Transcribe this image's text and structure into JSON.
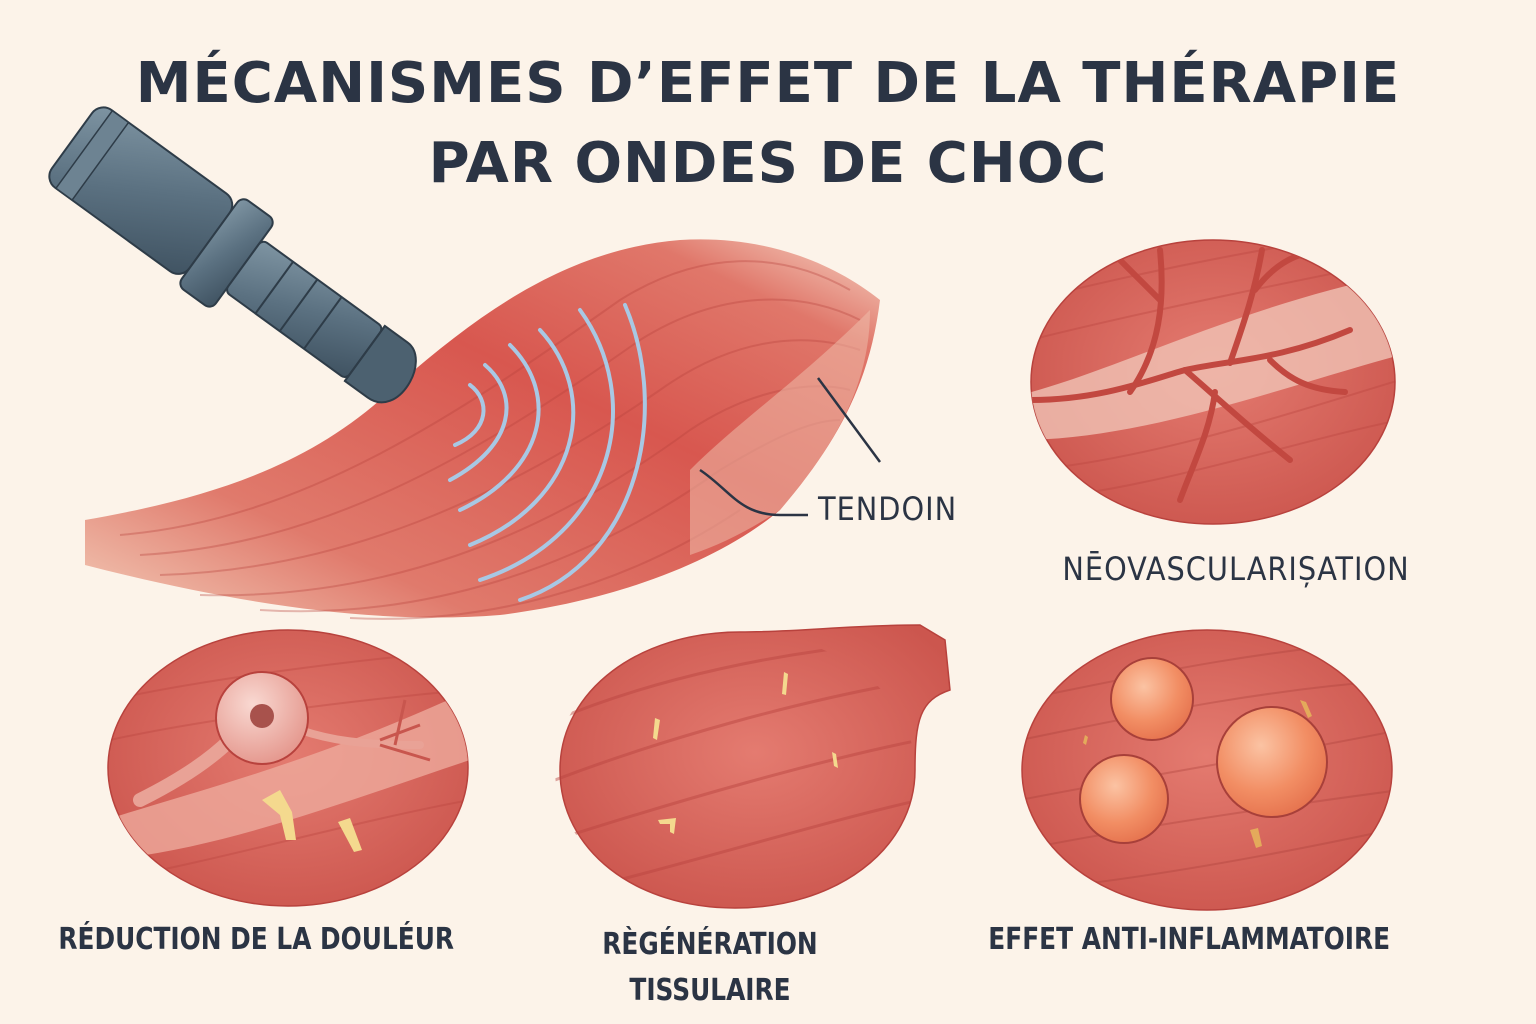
{
  "title": {
    "line1": "MÉCANISMES D’EFFET DE LA THÉRAPIE",
    "line2": "PAR ONDES DE CHOC"
  },
  "labels": {
    "tendon": "TENDOIN",
    "neovascularisation": "NĒOVASCULARIȘATION",
    "pain_reduction": "RÉDUCTION DE LA DOULÉUR",
    "regeneration_line1": "RÈGÉNÉRATION",
    "regeneration_line2": "TISSULAIRE",
    "anti_inflammatory": "EFFET ANTI-INFLAMMATOIRE"
  },
  "icons": {
    "device": "shockwave-applicator-icon",
    "waves": "shockwave-arcs-icon",
    "tendon": "muscle-tendon-illustration",
    "neovascularisation": "blood-vessel-branching-illustration",
    "pain": "nerve-cell-illustration",
    "regeneration": "muscle-fiber-illustration",
    "inflammation": "immune-cells-illustration"
  },
  "colors": {
    "background": "#fcf3e9",
    "text": "#2b3444",
    "muscle": "#d9625a",
    "muscle_dark": "#b8423d",
    "tendon_light": "#f0c2b0",
    "device": "#5c7384",
    "wave": "#a8c8e4",
    "cell": "#f08a60"
  }
}
